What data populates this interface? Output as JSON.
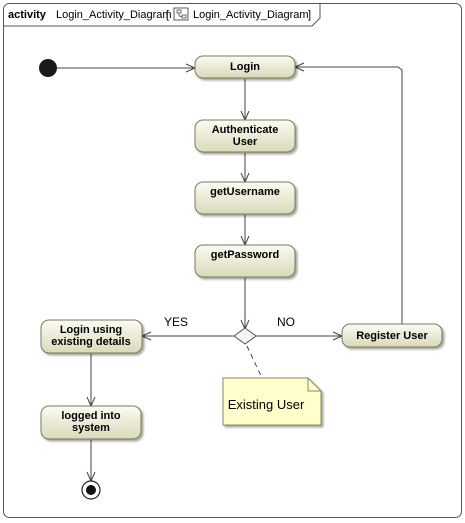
{
  "frame": {
    "keyword": "activity",
    "name": "Login_Activity_Diagram",
    "reference": "Login_Activity_Diagram"
  },
  "actions": {
    "login": "Login",
    "authenticate_line1": "Authenticate",
    "authenticate_line2": "User",
    "get_username": "getUsername",
    "get_password": "getPassword",
    "login_existing_line1": "Login using",
    "login_existing_line2": "existing details",
    "logged_in_line1": "logged into",
    "logged_in_line2": "system",
    "register_user": "Register User"
  },
  "guards": {
    "yes": "YES",
    "no": "NO"
  },
  "note": {
    "text": "Existing User"
  },
  "colors": {
    "action_fill_top": "#ffffff",
    "action_fill_bottom": "#dcdcbf",
    "action_stroke": "#7a7a5a",
    "note_fill": "#ffffcc",
    "line": "#444444"
  }
}
